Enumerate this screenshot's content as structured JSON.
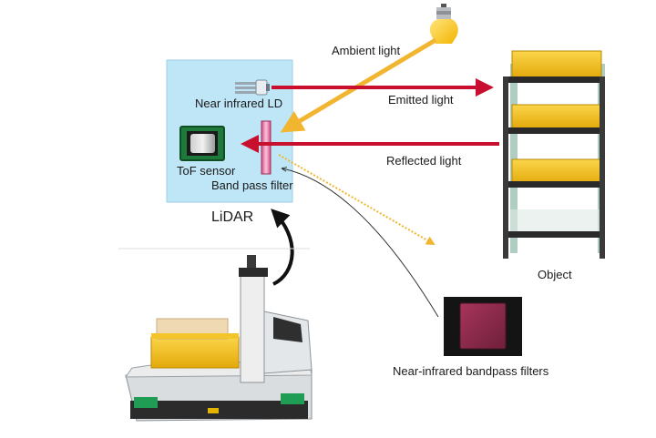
{
  "labels": {
    "ambient_light": "Ambient light",
    "near_infrared_ld": "Near infrared LD",
    "emitted_light": "Emitted light",
    "reflected_light": "Reflected light",
    "tof_sensor": "ToF sensor",
    "band_pass_filter": "Band pass filter",
    "lidar": "LiDAR",
    "object": "Object",
    "nir_bandpass_filters": "Near-infrared bandpass filters"
  },
  "colors": {
    "lidar_box": "#bfe6f7",
    "emitted_arrow": "#c8102e",
    "ambient_arrow": "#f2b530",
    "tof_sensor_frame": "#1e7a3a",
    "filter_glass": "#8a2a4a",
    "crate_yellow": "#f7c21b",
    "shelf_frame": "#2a2a2a"
  }
}
